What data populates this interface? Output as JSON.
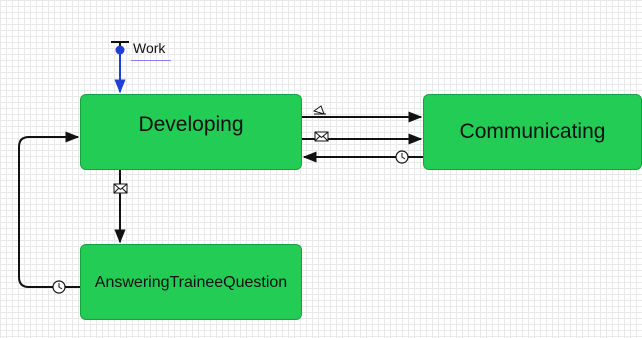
{
  "diagram": {
    "states": [
      {
        "id": "developing",
        "label": "Developing"
      },
      {
        "id": "communicating",
        "label": "Communicating"
      },
      {
        "id": "answering",
        "label": "AnsweringTraineeQuestion"
      }
    ],
    "entry_point": {
      "label": "Work"
    },
    "transitions": [
      {
        "from": "developing",
        "to": "communicating",
        "trigger_icon": "condition-icon"
      },
      {
        "from": "developing",
        "to": "communicating",
        "trigger_icon": "message-icon"
      },
      {
        "from": "communicating",
        "to": "developing",
        "trigger_icon": "timeout-clock-icon"
      },
      {
        "from": "developing",
        "to": "answering",
        "trigger_icon": "message-icon"
      },
      {
        "from": "answering",
        "to": "developing",
        "trigger_icon": "timeout-clock-icon"
      }
    ]
  },
  "colors": {
    "state_fill": "#22cc55",
    "state_border": "#16a23f",
    "entry_arrow": "#1f3fd6",
    "edge": "#111111",
    "grid": "#e9e9e9"
  }
}
